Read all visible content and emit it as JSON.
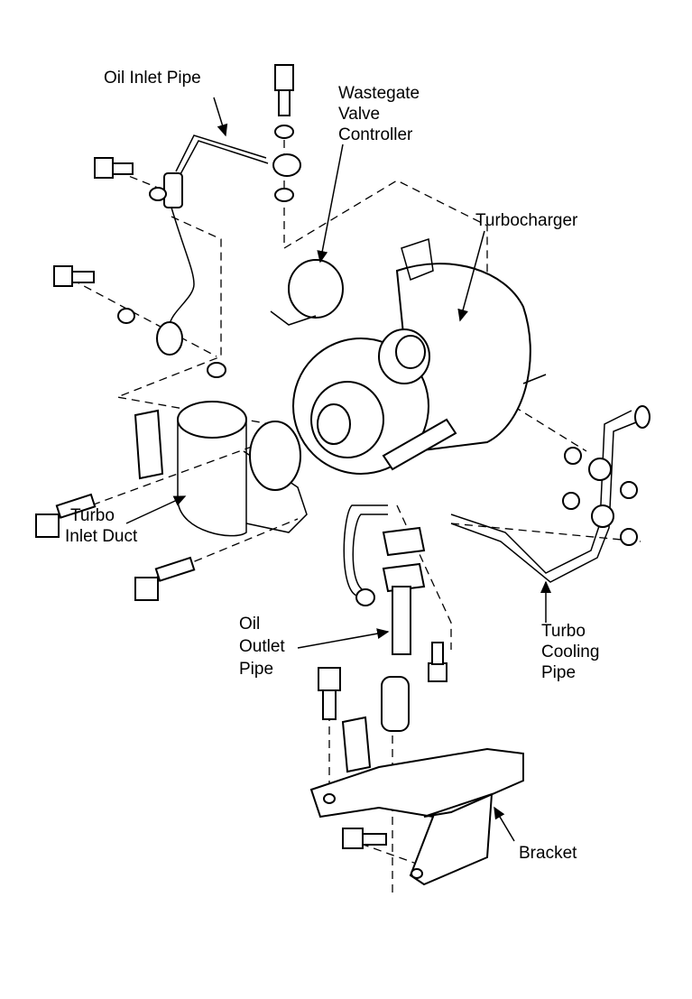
{
  "diagram": {
    "labels": {
      "oil_inlet_pipe": "Oil Inlet Pipe",
      "wastegate_1": "Wastegate",
      "wastegate_2": "Valve",
      "wastegate_3": "Controller",
      "turbocharger": "Turbocharger",
      "inlet_1": "Turbo",
      "inlet_2": "Inlet Duct",
      "oil_outlet_1": "Oil",
      "oil_outlet_2": "Outlet",
      "oil_outlet_3": "Pipe",
      "cooling_1": "Turbo",
      "cooling_2": "Cooling",
      "cooling_3": "Pipe",
      "bracket": "Bracket"
    },
    "colors": {
      "line": "#000000",
      "background": "#ffffff"
    }
  }
}
